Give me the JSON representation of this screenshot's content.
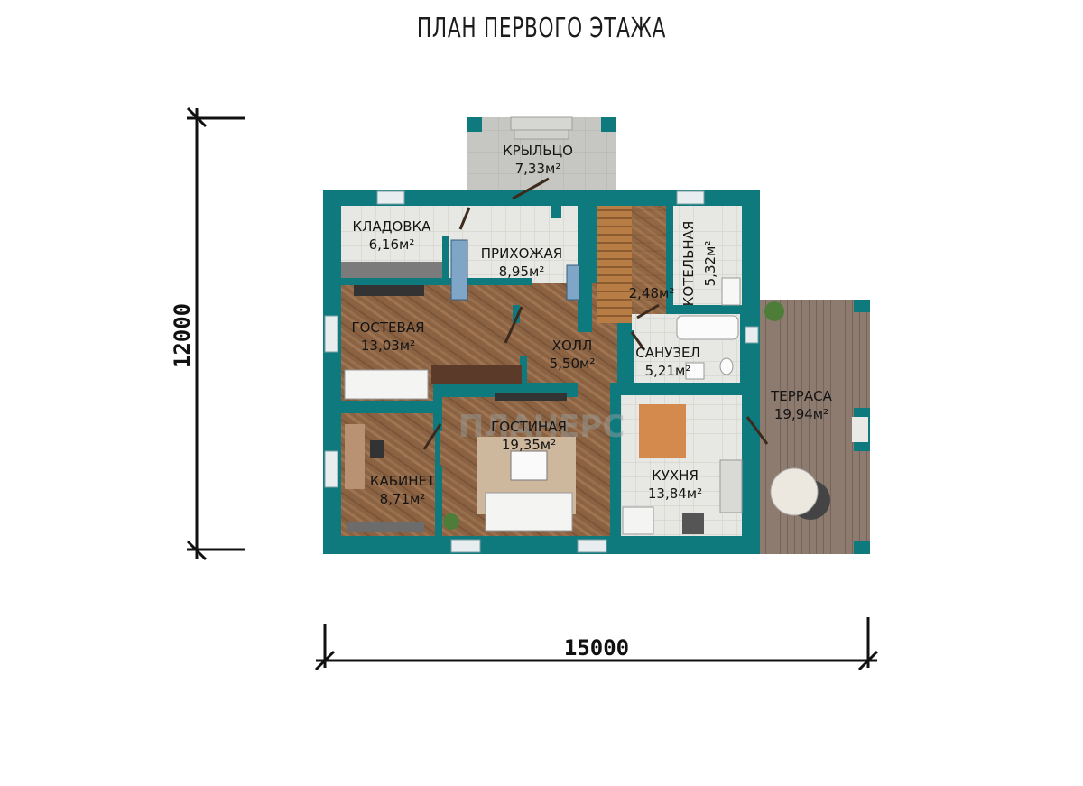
{
  "title": "ПЛАН ПЕРВОГО ЭТАЖА",
  "watermark": "ПЛАНЕРС",
  "dimensions": {
    "height": "12000",
    "width": "15000"
  },
  "rooms": {
    "porch": {
      "name": "КРЫЛЬЦО",
      "area": "7,33м²"
    },
    "storage": {
      "name": "КЛАДОВКА",
      "area": "6,16м²"
    },
    "hallway": {
      "name": "ПРИХОЖАЯ",
      "area": "8,95м²"
    },
    "stairs": {
      "name": "",
      "area": "2,48м²"
    },
    "boiler": {
      "name": "КОТЕЛЬНАЯ",
      "area": "5,32м²"
    },
    "guest": {
      "name": "ГОСТЕВАЯ",
      "area": "13,03м²"
    },
    "hall": {
      "name": "ХОЛЛ",
      "area": "5,50м²"
    },
    "bathroom": {
      "name": "САНУЗЕЛ",
      "area": "5,21м²"
    },
    "living": {
      "name": "ГОСТИНАЯ",
      "area": "19,35м²"
    },
    "terrace": {
      "name": "ТЕРРАСА",
      "area": "19,94м²"
    },
    "office": {
      "name": "КАБИНЕТ",
      "area": "8,71м²"
    },
    "kitchen": {
      "name": "КУХНЯ",
      "area": "13,84м²"
    }
  },
  "colors": {
    "wall": "#0f7a7d",
    "wood": "#8a6240",
    "tile": "#e6e6e2",
    "porch_stone": "#c7c7c4",
    "terrace_deck": "#8c7a6e"
  }
}
